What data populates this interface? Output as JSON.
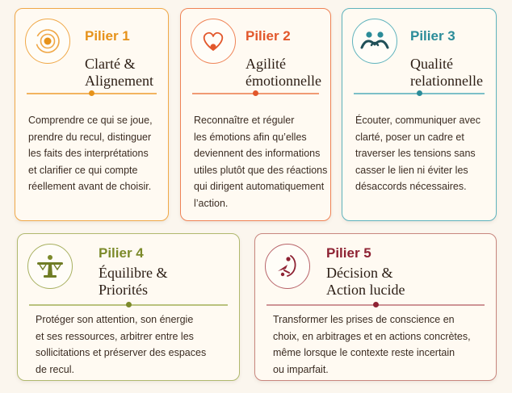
{
  "colors": {
    "pilier_1": "#e6921a",
    "pilier_2": "#e2572b",
    "pilier_3": "#2b8c99",
    "pilier_4": "#7c8a2a",
    "pilier_5": "#8e2233",
    "background": "#fbf6ee"
  },
  "cards": [
    {
      "label": "Pilier 1",
      "title": [
        "Clarté &",
        "Alignement"
      ],
      "icon": "target-icon",
      "description": [
        "Comprendre ce qui se joue,",
        "prendre du recul, distinguer",
        "les faits des interprétations",
        "et clarifier ce qui compte",
        "réellement avant de choisir."
      ]
    },
    {
      "label": "Pilier 2",
      "title": [
        "Agilité",
        "émotionnelle"
      ],
      "icon": "heart-icon",
      "description": [
        "Reconnaître et réguler",
        "les émotions afin qu’elles",
        "deviennent des informations",
        "utiles plutôt que des réactions",
        "qui dirigent automatiquement",
        "l’action."
      ]
    },
    {
      "label": "Pilier 3",
      "title": [
        "Qualité",
        "relationnelle"
      ],
      "icon": "people-icon",
      "description": [
        "Écouter, communiquer avec",
        "clarté, poser un cadre et",
        "traverser les tensions sans",
        "casser le lien ni éviter les",
        "désaccords nécessaires."
      ]
    },
    {
      "label": "Pilier 4",
      "title": [
        "Équilibre &",
        "Priorités"
      ],
      "icon": "balance-icon",
      "description": [
        "Protéger son attention, son énergie",
        "et ses ressources, arbitrer entre les",
        "sollicitations et préserver des espaces",
        "de recul."
      ]
    },
    {
      "label": "Pilier 5",
      "title": [
        "Décision &",
        "Action lucide"
      ],
      "icon": "decision-icon",
      "description": [
        "Transformer les prises de conscience en",
        "choix, en arbitrages et en actions concrètes,",
        "même lorsque le contexte reste incertain",
        "ou imparfait."
      ]
    }
  ]
}
